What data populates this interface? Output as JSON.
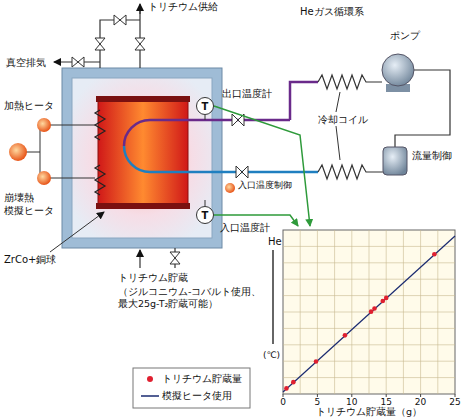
{
  "diagram": {
    "nodes": [
      {
        "text": [
          "T"
        ]
      },
      {
        "text": [
          "T"
        ]
      },
      {
        "text": [
          "He",
          "(℃)",
          "0",
          "5",
          "10",
          "15",
          "20",
          "25",
          "トリチウム貯蔵量（g）"
        ]
      }
    ],
    "edges": [
      {
        "from": 0,
        "to": 2,
        "arrow": "to"
      },
      {
        "from": 1,
        "to": 2,
        "arrow": "to"
      }
    ],
    "labels": [
      "トリチウム供給",
      "真空排気",
      "Heガス循環系",
      "ポンプ",
      "出口温度計",
      "加熱ヒータ",
      "冷却コイル",
      "崩壊熱 模擬ヒータ",
      "流量制御",
      "入口温度制御",
      "入口温度計",
      "ZrCo+銅球",
      "トリチウム貯蔵",
      "（ジルコニウム-コバルト使用、 最大25g-T₂貯蔵可能）"
    ],
    "legend": [
      {
        "text": "トリチウム貯蔵量"
      },
      {
        "text": "模擬ヒータ使用"
      }
    ]
  }
}
